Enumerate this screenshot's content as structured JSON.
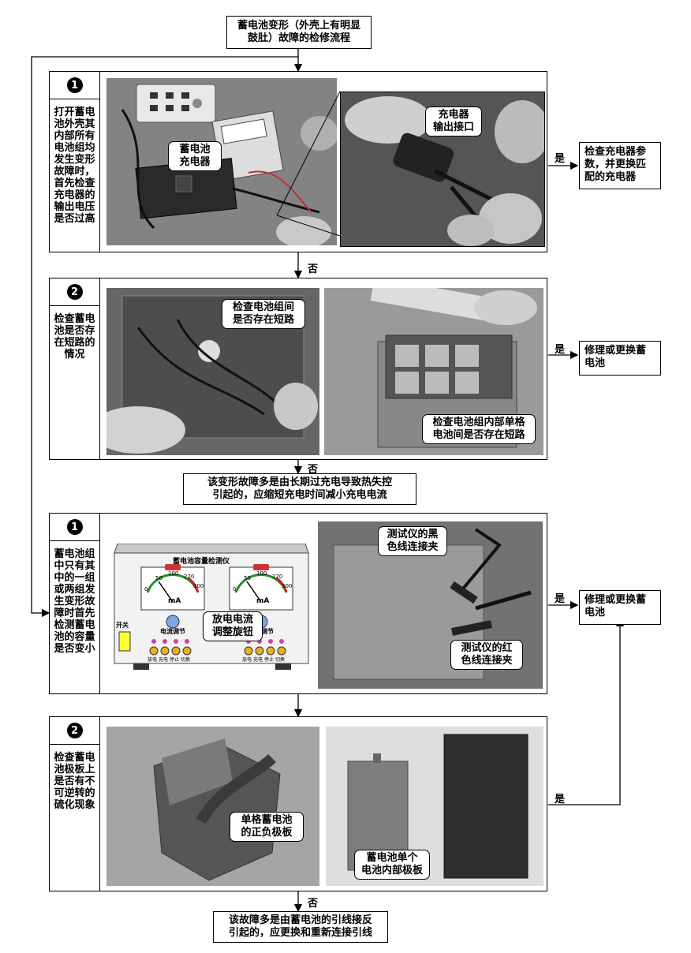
{
  "title": "蓄电池变形（外壳上有明显\n鼓肚）故障的检修流程",
  "yes_label": "是",
  "no_label": "否",
  "section1": {
    "step1": {
      "number": "1",
      "text": "打开蓄电池外壳其内部所有电池组均发生变形故障时，首先检查充电器的输出电压是否过高",
      "callout_charger": "蓄电池\n充电器",
      "callout_port": "充电器\n输出接口",
      "result": "检查充电器参\n数，并更换匹\n配的充电器"
    },
    "step2": {
      "number": "2",
      "text": "检查蓄电池是否存在短路的情况",
      "callout_group": "检查电池组间\n是否存在短路",
      "callout_cell": "检查电池组内部单格\n电池间是否存在短路",
      "result": "修理或更换蓄\n电池"
    },
    "conclusion": "该变形故障多是由长期过充电导致热失控\n引起的，应缩短充电时间减小充电电流"
  },
  "section2": {
    "step1": {
      "number": "1",
      "text": "蓄电池组中只有其中的一组或两组发生变形故障时首先检测蓄电池的容量是否变小",
      "instrument_title": "蓄电池容量检测仪",
      "switch_label": "开关",
      "current_adjust": "电流调节",
      "meter_unit": "mA",
      "meter_ticks": [
        "0",
        "50",
        "100",
        "220",
        "300"
      ],
      "btn_labels": [
        "放电",
        "充电",
        "停止",
        "切换"
      ],
      "callout_knob": "放电电流\n调整旋钮",
      "callout_black": "测试仪的黑\n色线连接夹",
      "callout_red": "测试仪的红\n色线连接夹",
      "result": "修理或更换蓄\n电池"
    },
    "step2": {
      "number": "2",
      "text": "检查蓄电池极板上是否有不可逆转的硫化现象",
      "callout_plate": "单格蓄电池\n的正负极板",
      "callout_inner": "蓄电池单个\n电池内部极板"
    },
    "conclusion": "该故障多是由蓄电池的引线接反\n引起的，应更换和重新连接引线"
  }
}
